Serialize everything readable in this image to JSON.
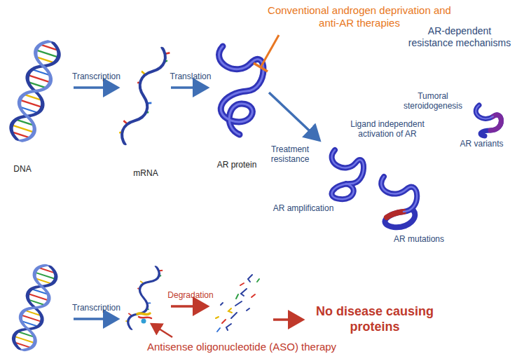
{
  "diagram": {
    "labels": [
      "Conventional androgen deprivation and anti-AR therapies",
      "AR-dependent resistance mechanisms",
      "Transcription",
      "Translation",
      "Tumoral steroidogenesis",
      "Ligand independent activation of AR",
      "AR variants",
      "Treatment resistance",
      "DNA",
      "mRNA",
      "AR protein",
      "AR amplification",
      "AR mutations",
      "Transcription",
      "Degradation",
      "No disease causing proteins",
      "Antisense oligonucleotide (ASO) therapy"
    ]
  }
}
